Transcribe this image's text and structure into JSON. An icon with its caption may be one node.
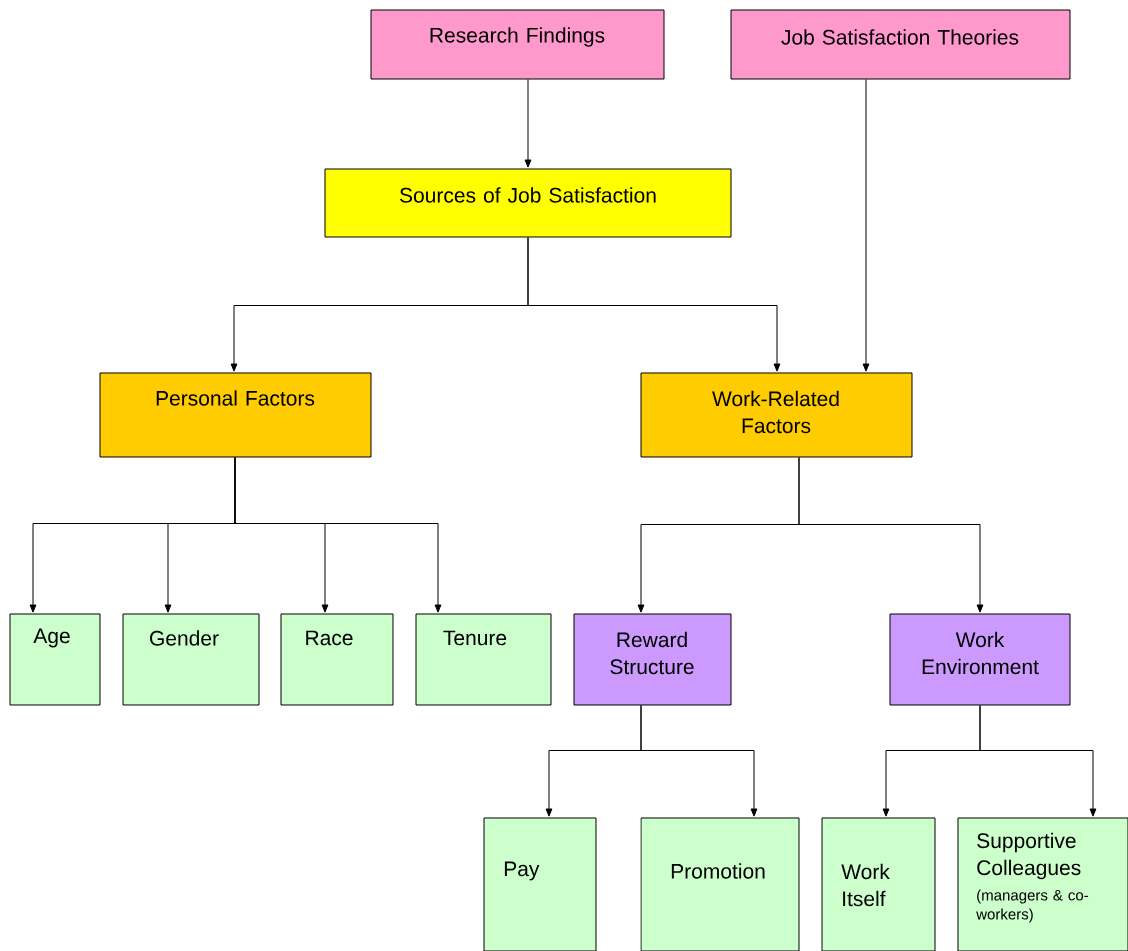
{
  "diagram": {
    "nodes": [
      {
        "text": [
          "Research Findings"
        ]
      },
      {
        "text": [
          "Job Satisfaction Theories"
        ]
      },
      {
        "text": [
          "Sources of Job Satisfaction"
        ]
      },
      {
        "text": [
          "Personal Factors"
        ]
      },
      {
        "text": [
          "Work-Related Factors"
        ]
      },
      {
        "text": [
          "Age"
        ]
      },
      {
        "text": [
          "Gender"
        ]
      },
      {
        "text": [
          "Race"
        ]
      },
      {
        "text": [
          "Tenure"
        ]
      },
      {
        "text": [
          "Reward Structure"
        ]
      },
      {
        "text": [
          "Work Environment"
        ]
      },
      {
        "text": [
          "Pay"
        ]
      },
      {
        "text": [
          "Promotion"
        ]
      },
      {
        "text": [
          "Work Itself"
        ]
      },
      {
        "text": [
          "Supportive Colleagues",
          "(managers & co-workers)"
        ]
      }
    ],
    "edges": [
      {
        "from": 0,
        "to": 2,
        "arrow": "to"
      },
      {
        "from": 1,
        "to": 4,
        "arrow": "to"
      },
      {
        "from": 2,
        "to": 3,
        "arrow": "to"
      },
      {
        "from": 2,
        "to": 4,
        "arrow": "to"
      },
      {
        "from": 3,
        "to": 5,
        "arrow": "to"
      },
      {
        "from": 3,
        "to": 6,
        "arrow": "to"
      },
      {
        "from": 3,
        "to": 7,
        "arrow": "to"
      },
      {
        "from": 3,
        "to": 8,
        "arrow": "to"
      },
      {
        "from": 4,
        "to": 9,
        "arrow": "to"
      },
      {
        "from": 4,
        "to": 10,
        "arrow": "to"
      },
      {
        "from": 9,
        "to": 11,
        "arrow": "to"
      },
      {
        "from": 9,
        "to": 12,
        "arrow": "to"
      },
      {
        "from": 10,
        "to": 13,
        "arrow": "to"
      },
      {
        "from": 10,
        "to": 14,
        "arrow": "to"
      }
    ]
  }
}
